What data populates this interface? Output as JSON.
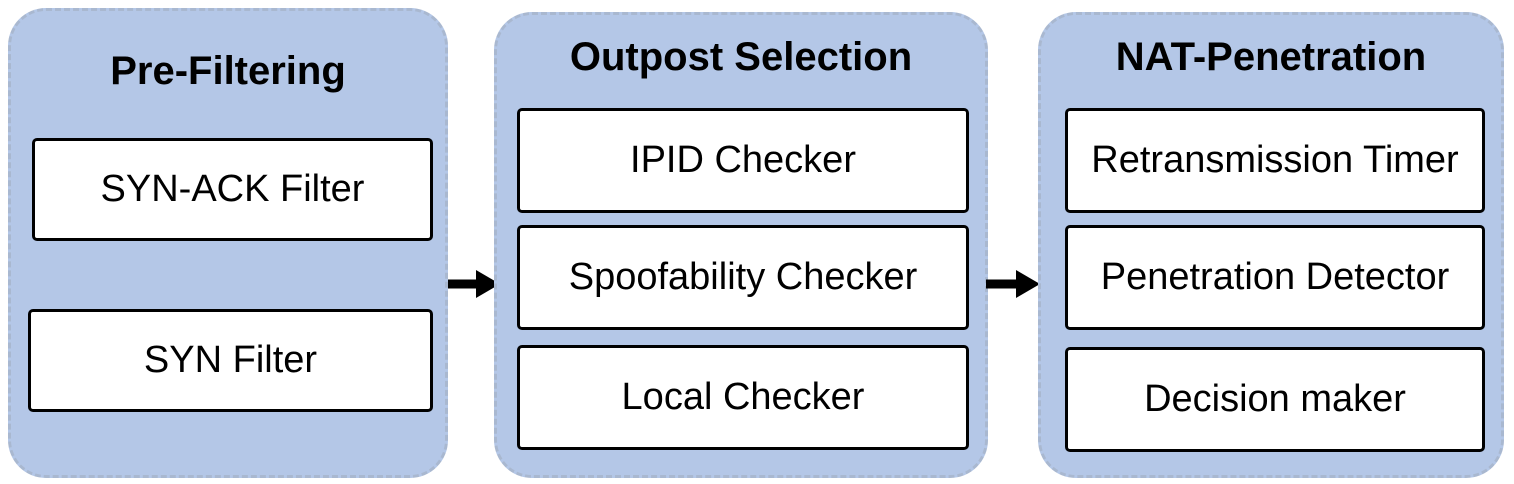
{
  "stages": [
    {
      "title": "Pre-Filtering",
      "items": [
        "SYN-ACK Filter",
        "SYN Filter"
      ]
    },
    {
      "title": "Outpost Selection",
      "items": [
        "IPID Checker",
        "Spoofability Checker",
        "Local Checker"
      ]
    },
    {
      "title": "NAT-Penetration",
      "items": [
        "Retransmission Timer",
        "Penetration Detector",
        "Decision maker"
      ]
    }
  ],
  "colors": {
    "panel_fill": "#b4c7e7",
    "panel_border": "#a9b8d0",
    "box_border": "#000000",
    "arrow": "#000000"
  }
}
